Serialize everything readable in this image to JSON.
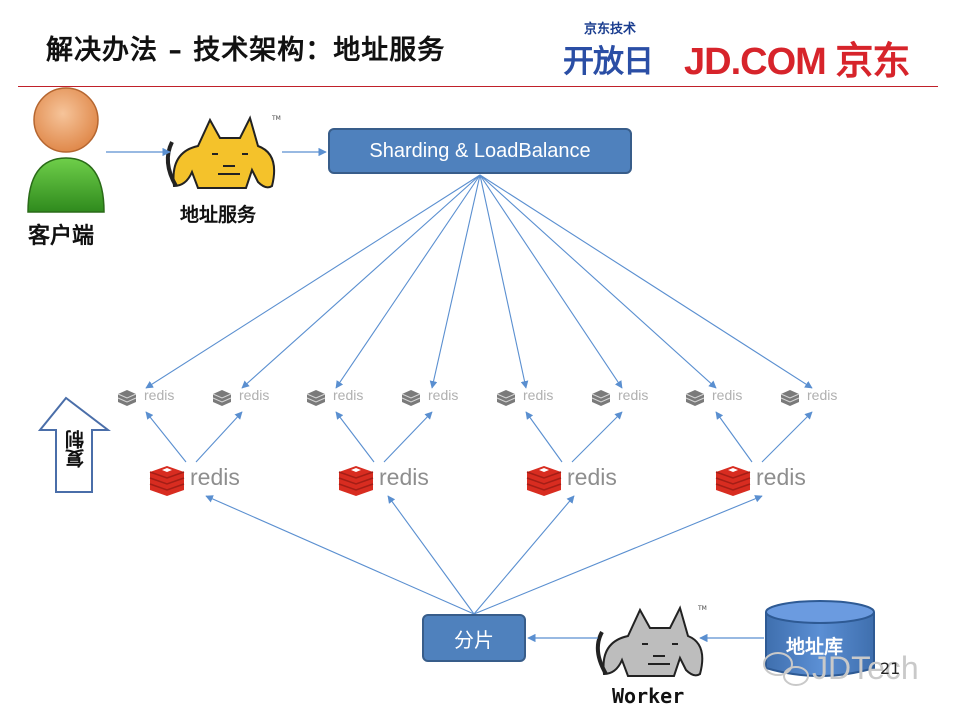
{
  "header": {
    "title": "解决办法 – 技术架构：地址服务",
    "brand": {
      "sub_label": "京东技术",
      "open_label": "开放日",
      "jd_label": "JD.COM 京东"
    }
  },
  "nodes": {
    "client_label": "客户端",
    "address_service_label": "地址服务",
    "sharding_box_label": "Sharding & LoadBalance",
    "shard_box_label": "分片",
    "worker_label": "Worker",
    "address_db_label": "地址库",
    "copy_label": "复制",
    "redis_label": "redis"
  },
  "footer": {
    "page_number": "21",
    "watermark": "JDTech"
  },
  "colors": {
    "accent_blue": "#4f81bd",
    "arrow_blue": "#5a8fd0",
    "jd_red": "#d7242b",
    "redis_red": "#d82c20"
  }
}
